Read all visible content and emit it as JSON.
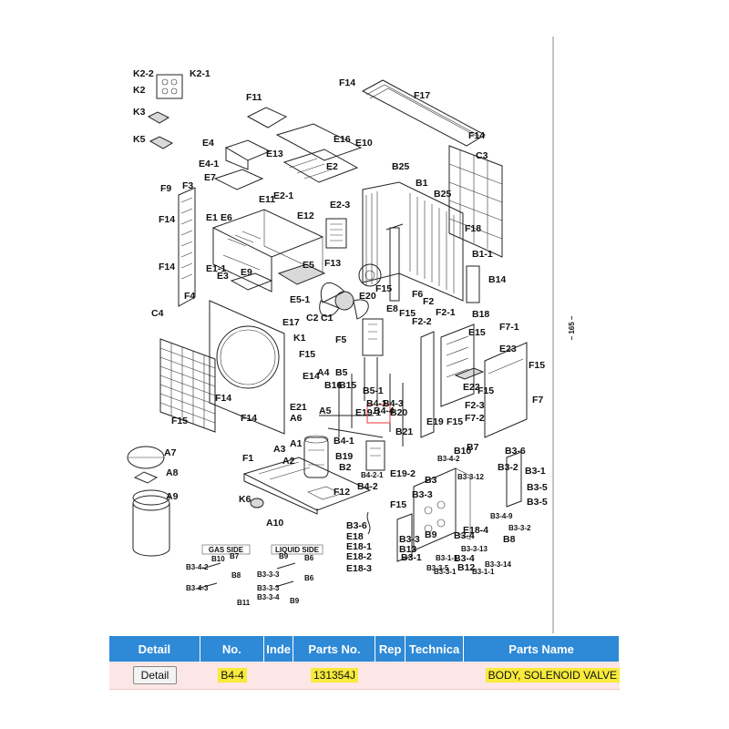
{
  "page_label": "– 165 –",
  "diagram": {
    "labels": [
      "K2-2",
      "K2-1",
      "K2",
      "K3",
      "K5",
      "F11",
      "F14",
      "F17",
      "F14",
      "C3",
      "E4",
      "E13",
      "E16",
      "E10",
      "B25",
      "B1",
      "B25",
      "E4-1",
      "E7",
      "E2",
      "E11",
      "E2-1",
      "E2-3",
      "E12",
      "F9",
      "F3",
      "F14",
      "E1",
      "E6",
      "F18",
      "B1-1",
      "F14",
      "E1-1",
      "E3",
      "E9",
      "E5",
      "F13",
      "B14",
      "F4",
      "E5-1",
      "E17",
      "C2",
      "C1",
      "E20",
      "F15",
      "F6",
      "F2",
      "F2-1",
      "B18",
      "C4",
      "K1",
      "F15",
      "F5",
      "E8",
      "F15",
      "F2-2",
      "F7-1",
      "E15",
      "E23",
      "F15",
      "A4",
      "B5",
      "B16",
      "B15",
      "E14",
      "E22",
      "F15",
      "F7",
      "F14",
      "F14",
      "E21",
      "A5",
      "A6",
      "F2-3",
      "F7-2",
      "F15",
      "E19-1",
      "B5-1",
      "B4-1",
      "B4-3",
      "B4-4",
      "B20",
      "B21",
      "E19",
      "F15",
      "A7",
      "A3",
      "A1",
      "B4-1",
      "B3-4-2",
      "B10",
      "B7",
      "B3-6",
      "A8",
      "F1",
      "A2",
      "B19",
      "B2",
      "B4-2-1",
      "E19-2",
      "B3",
      "B3-2",
      "B3-1",
      "B3-3-12",
      "B3-5",
      "A9",
      "K6",
      "F12",
      "B4-2",
      "B3-3",
      "B3-5",
      "A10",
      "F15",
      "B3-4-9",
      "B3-6",
      "E18",
      "E18-1",
      "E18-2",
      "E18-3",
      "E18-4",
      "B3-3-2",
      "B8",
      "B9",
      "B3-3",
      "B3-4",
      "B13",
      "B3-3-13",
      "B3-1",
      "B3-3-5",
      "B3-1-1",
      "B3-4",
      "B12",
      "B3-3-1",
      "B3-3-14",
      "B3-1-1",
      "B3-2"
    ],
    "gas_side_label": "GAS SIDE",
    "liquid_side_label": "LIQUID SIDE",
    "gas_side_parts": [
      "B10",
      "B7",
      "B3-4-2",
      "B8",
      "B3-4-3",
      "B11"
    ],
    "liquid_side_parts": [
      "B9",
      "B6",
      "B3-3-3",
      "B6",
      "B3-3-3",
      "B3-3-4",
      "B9"
    ],
    "highlighted_label": "B4-4"
  },
  "table": {
    "headers": {
      "detail": "Detail",
      "no": "No.",
      "index": "Inde",
      "parts_no": "Parts No.",
      "rep": "Rep",
      "technical": "Technica",
      "parts_name": "Parts Name"
    },
    "row": {
      "detail_button": "Detail",
      "no": "B4-4",
      "index": "",
      "parts_no": "131354J",
      "rep": "",
      "technical": "",
      "parts_name": "BODY, SOLENOID VALVE"
    },
    "header_color": "#2e89d6",
    "row_color": "#fde6e6",
    "highlight_color": "#f7ea3c"
  }
}
